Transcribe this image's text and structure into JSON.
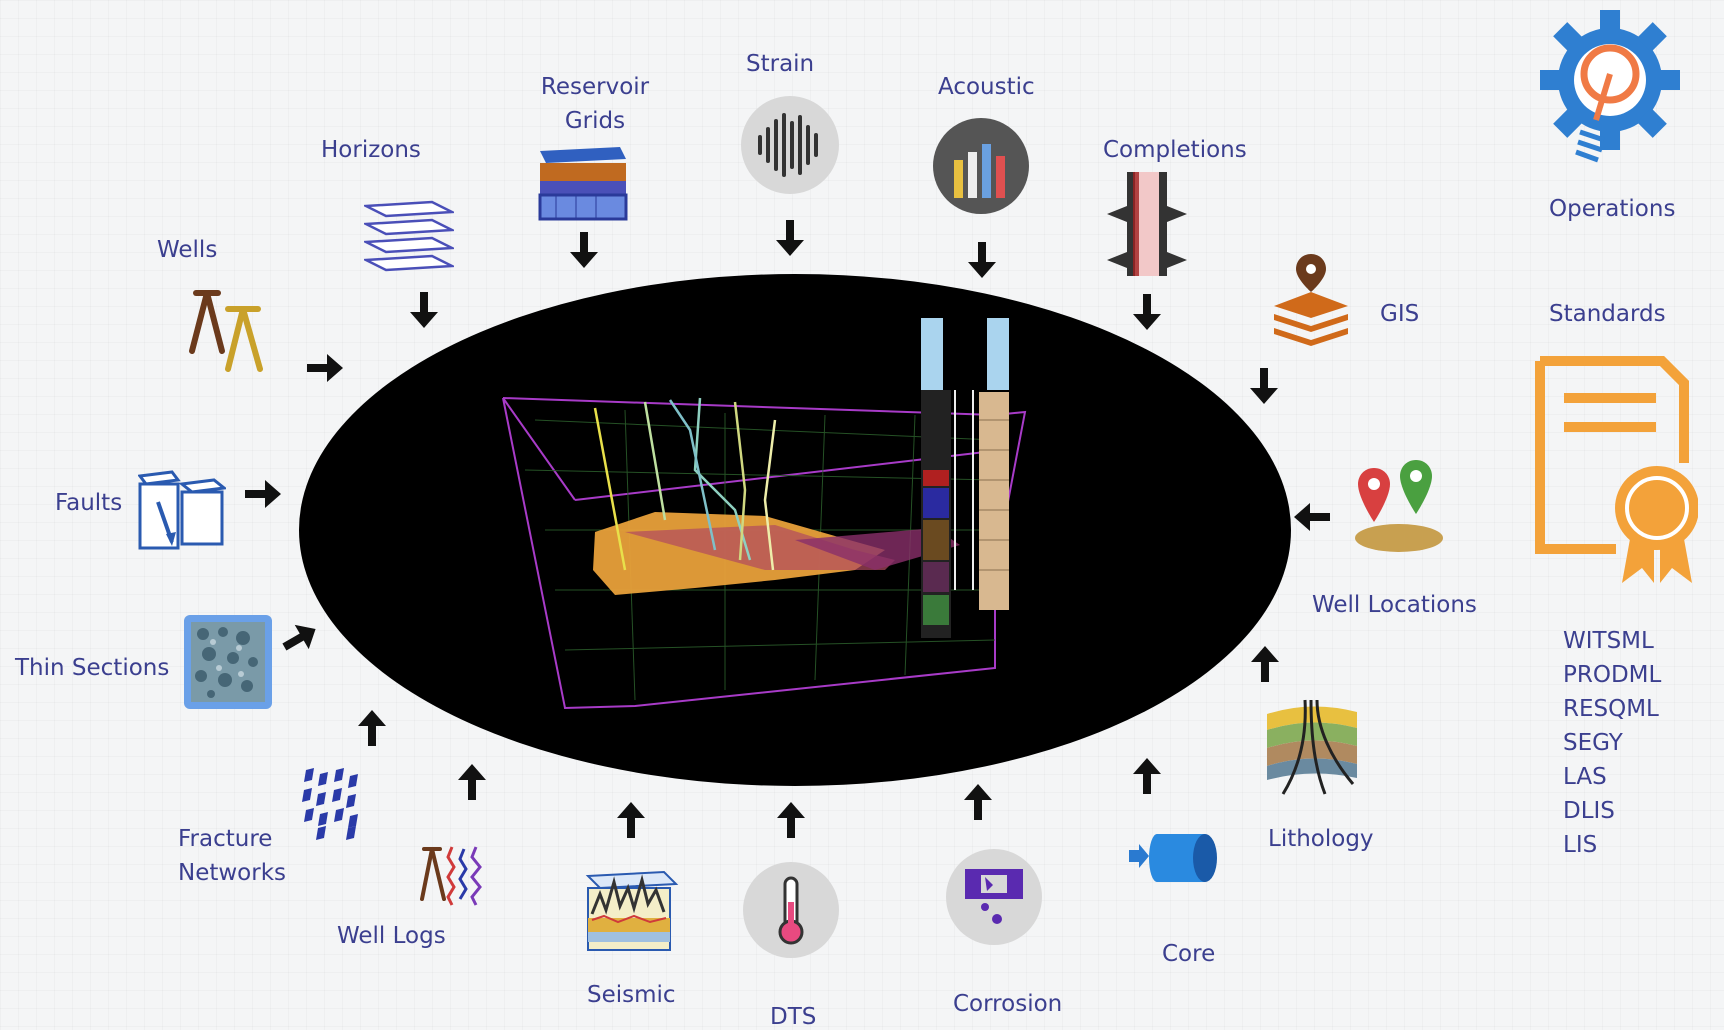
{
  "labels": {
    "wells": "Wells",
    "horizons": "Horizons",
    "reservoir_grids": [
      "Reservoir",
      "Grids"
    ],
    "strain": "Strain",
    "acoustic": "Acoustic",
    "completions": "Completions",
    "gis": "GIS",
    "operations": "Operations",
    "standards": "Standards",
    "faults": "Faults",
    "well_locations": "Well Locations",
    "thin_sections": "Thin Sections",
    "fracture_networks": [
      "Fracture",
      "Networks"
    ],
    "well_logs": "Well Logs",
    "seismic": "Seismic",
    "dts": "DTS",
    "corrosion": "Corrosion",
    "core": "Core",
    "lithology": "Lithology"
  },
  "standards_list": [
    "WITSML",
    "PRODML",
    "RESQML",
    "SEGY",
    "LAS",
    "DLIS",
    "LIS"
  ],
  "colors": {
    "label_text": "#3b3f8f",
    "arrow": "#111111",
    "ellipse": "#000000",
    "operations_gear": "#2f7fd1",
    "operations_bulb": "#f07a45",
    "standards_icon": "#f3a23a",
    "grid_magenta": "#b03ad0",
    "surface_orange": "#e8a03a"
  },
  "icons": {
    "wells": "derrick-icon",
    "horizons": "stacked-layers-icon",
    "reservoir_grids": "grid-block-icon",
    "strain": "waveform-icon",
    "acoustic": "bar-meter-icon",
    "completions": "wellbore-icon",
    "gis": "map-pin-layers-icon",
    "operations": "gear-bulb-icon",
    "standards": "certificate-icon",
    "faults": "fault-block-icon",
    "well_locations": "location-pins-icon",
    "thin_sections": "microscope-slide-icon",
    "fracture_networks": "fracture-pattern-icon",
    "well_logs": "well-log-icon",
    "seismic": "seismic-cube-icon",
    "dts": "thermometer-icon",
    "corrosion": "corrosion-icon",
    "core": "core-cylinder-icon",
    "lithology": "lithology-icon"
  }
}
